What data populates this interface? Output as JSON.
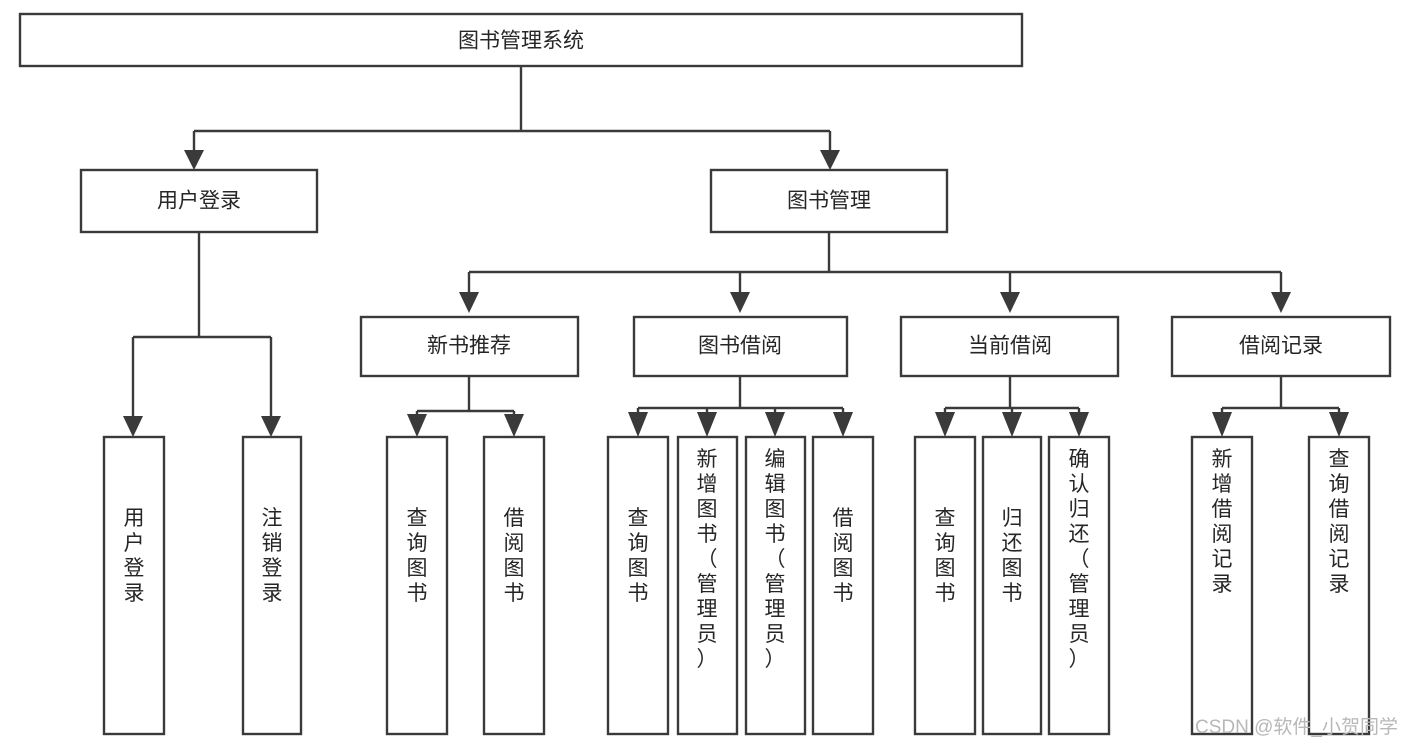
{
  "diagram": {
    "type": "tree-hierarchy-chart",
    "title": "图书管理系统",
    "orientation": "top-down",
    "colors": {
      "box_fill": "#ffffff",
      "box_stroke": "#3a3a3a",
      "text": "#262626",
      "background": "#ffffff",
      "watermark": "#b8b8b8"
    },
    "nodes": {
      "root": {
        "label": "图书管理系统",
        "level": 1,
        "orientation": "horizontal"
      },
      "level2": [
        {
          "id": "user-login",
          "label": "用户登录",
          "orientation": "horizontal"
        },
        {
          "id": "book-manage",
          "label": "图书管理",
          "orientation": "horizontal"
        }
      ],
      "level3": [
        {
          "id": "new-book-recommend",
          "label": "新书推荐",
          "parent": "book-manage",
          "orientation": "horizontal"
        },
        {
          "id": "book-borrow",
          "label": "图书借阅",
          "parent": "book-manage",
          "orientation": "horizontal"
        },
        {
          "id": "current-borrow",
          "label": "当前借阅",
          "parent": "book-manage",
          "orientation": "horizontal"
        },
        {
          "id": "borrow-record",
          "label": "借阅记录",
          "parent": "book-manage",
          "orientation": "horizontal"
        }
      ],
      "leaves": [
        {
          "id": "leaf-user-login",
          "label": "用户登录",
          "parent": "user-login",
          "orientation": "vertical"
        },
        {
          "id": "leaf-logout",
          "label": "注销登录",
          "parent": "user-login",
          "orientation": "vertical"
        },
        {
          "id": "leaf-query-book-1",
          "label": "查询图书",
          "parent": "new-book-recommend",
          "orientation": "vertical"
        },
        {
          "id": "leaf-borrow-book-1",
          "label": "借阅图书",
          "parent": "new-book-recommend",
          "orientation": "vertical"
        },
        {
          "id": "leaf-query-book-2",
          "label": "查询图书",
          "parent": "book-borrow",
          "orientation": "vertical"
        },
        {
          "id": "leaf-add-book",
          "label": "新增图书（管理员）",
          "parent": "book-borrow",
          "orientation": "vertical"
        },
        {
          "id": "leaf-edit-book",
          "label": "编辑图书（管理员）",
          "parent": "book-borrow",
          "orientation": "vertical"
        },
        {
          "id": "leaf-borrow-book-2",
          "label": "借阅图书",
          "parent": "book-borrow",
          "orientation": "vertical"
        },
        {
          "id": "leaf-query-book-3",
          "label": "查询图书",
          "parent": "current-borrow",
          "orientation": "vertical"
        },
        {
          "id": "leaf-return-book",
          "label": "归还图书",
          "parent": "current-borrow",
          "orientation": "vertical"
        },
        {
          "id": "leaf-confirm-return",
          "label": "确认归还（管理员）",
          "parent": "current-borrow",
          "orientation": "vertical"
        },
        {
          "id": "leaf-add-record",
          "label": "新增借阅记录",
          "parent": "borrow-record",
          "orientation": "vertical"
        },
        {
          "id": "leaf-query-record",
          "label": "查询借阅记录",
          "parent": "borrow-record",
          "orientation": "vertical"
        }
      ]
    },
    "watermark": "CSDN @软件_小贺同学"
  }
}
